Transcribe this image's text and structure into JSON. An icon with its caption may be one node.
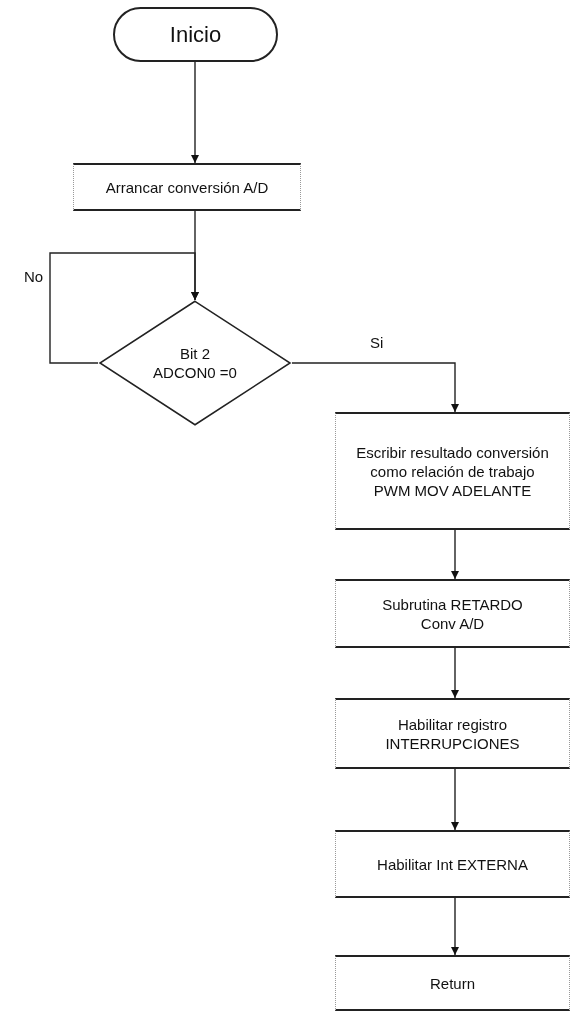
{
  "diagram": {
    "nodes": [
      {
        "text": [
          "Inicio"
        ]
      },
      {
        "text": [
          "Arrancar conversión A/D"
        ]
      },
      {
        "text": [
          "Bit 2 ADCON0 =0"
        ]
      },
      {
        "text": [
          "Escribir resultado conversión como relación de trabajo PWM MOV ADELANTE"
        ]
      },
      {
        "text": [
          "Subrutina RETARDO Conv A/D"
        ]
      },
      {
        "text": [
          "Habilitar registro INTERRUPCIONES"
        ]
      },
      {
        "text": [
          "Habilitar Int EXTERNA"
        ]
      },
      {
        "text": [
          "Return"
        ]
      }
    ],
    "edges": [
      {
        "from": 0,
        "to": 1,
        "arrow": "to"
      },
      {
        "from": 1,
        "to": 2,
        "arrow": "to"
      },
      {
        "from": 2,
        "to": 2,
        "arrow": "to",
        "label": "No"
      },
      {
        "from": 2,
        "to": 3,
        "arrow": "to",
        "label": "Si"
      },
      {
        "from": 3,
        "to": 4,
        "arrow": "to"
      },
      {
        "from": 4,
        "to": 5,
        "arrow": "to"
      },
      {
        "from": 5,
        "to": 6,
        "arrow": "to"
      },
      {
        "from": 6,
        "to": 7,
        "arrow": "to"
      }
    ]
  }
}
